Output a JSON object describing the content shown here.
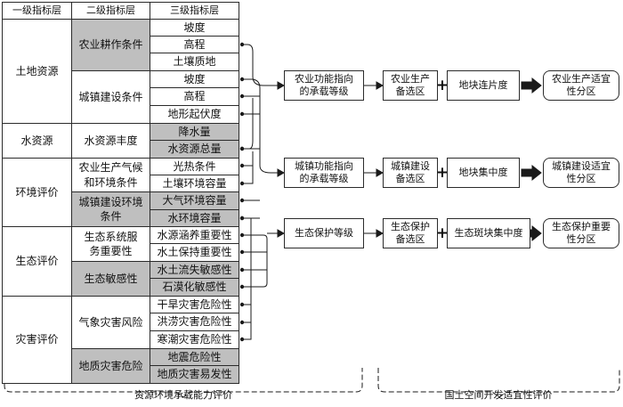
{
  "headers": {
    "level1": "一级指标层",
    "level2": "二级指标层",
    "level3": "三级指标层"
  },
  "groups": [
    {
      "name": "土地资源",
      "subs": [
        {
          "name": "农业耕作条件",
          "shade": "gray",
          "items": [
            "坡度",
            "高程",
            "土壤质地"
          ]
        },
        {
          "name": "城镇建设条件",
          "shade": "white",
          "items": [
            "坡度",
            "高程",
            "地形起伏度"
          ]
        }
      ]
    },
    {
      "name": "水资源",
      "subs": [
        {
          "name": "水资源丰度",
          "shade": "white",
          "items": [
            "降水量",
            "水资源总量"
          ]
        }
      ]
    },
    {
      "name": "环境评价",
      "subs": [
        {
          "name": "农业生产气候和环境条件",
          "shade": "white",
          "items": [
            "光热条件",
            "土壤环境容量"
          ]
        },
        {
          "name": "城镇建设环境条件",
          "shade": "gray",
          "items": [
            "大气环境容量",
            "水环境容量"
          ]
        }
      ]
    },
    {
      "name": "生态评价",
      "subs": [
        {
          "name": "生态系统服务重要性",
          "shade": "white",
          "items": [
            "水源涵养重要性",
            "水土保持重要性"
          ]
        },
        {
          "name": "生态敏感性",
          "shade": "gray",
          "items": [
            "水土流失敏感性",
            "石漠化敏感性"
          ]
        }
      ]
    },
    {
      "name": "灾害评价",
      "subs": [
        {
          "name": "气象灾害风险",
          "shade": "white",
          "items": [
            "干旱灾害危险性",
            "洪涝灾害危险性",
            "寒潮灾害危险性"
          ]
        },
        {
          "name": "地质灾害危险",
          "shade": "gray",
          "items": [
            "地震危险性",
            "地质灾害易发性"
          ]
        }
      ]
    }
  ],
  "flows": [
    {
      "level": "农业功能指向的承载等级",
      "candidate": "农业生产备选区",
      "factor": "地块连片度",
      "result": "农业生产适宜性分区"
    },
    {
      "level": "城镇功能指向的承载等级",
      "candidate": "城镇建设备选区",
      "factor": "地块集中度",
      "result": "城镇建设适宜性分区"
    },
    {
      "level": "生态保护等级",
      "candidate": "生态保护备选区",
      "factor": "生态斑块集中度",
      "result": "生态保护重要性分区"
    }
  ],
  "symbols": {
    "plus": "+"
  },
  "bottom": {
    "left": "资源环境承载能力评价",
    "right": "国土空间开发适宜性评价"
  }
}
